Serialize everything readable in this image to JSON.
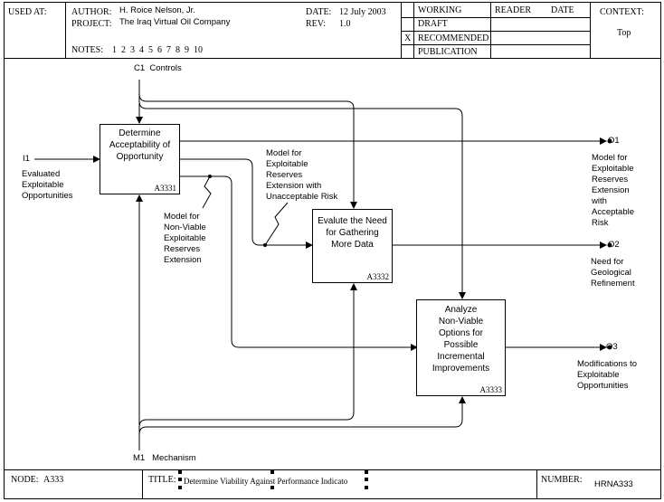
{
  "header": {
    "used_at_label": "USED AT:",
    "author_label": "AUTHOR:",
    "author": "H. Roice Nelson, Jr.",
    "project_label": "PROJECT:",
    "project": "The Iraq Virtual Oil Company",
    "date_label": "DATE:",
    "date": "12 July 2003",
    "rev_label": "REV:",
    "rev": "1.0",
    "notes_label": "NOTES:",
    "notes_numbers": "1  2  3  4  5  6  7  8  9  10",
    "status": [
      {
        "label": "WORKING",
        "mark": ""
      },
      {
        "label": "DRAFT",
        "mark": ""
      },
      {
        "label": "RECOMMENDED",
        "mark": "X"
      },
      {
        "label": "PUBLICATION",
        "mark": ""
      }
    ],
    "reader_label": "READER",
    "date_col_label": "DATE",
    "context_label": "CONTEXT:",
    "context_value": "Top"
  },
  "footer": {
    "node_label": "NODE:",
    "node_value": "A333",
    "title_label": "TITLE:",
    "title_value": "Determine Viability Against Performance Indicato",
    "number_label": "NUMBER:",
    "number_value": "HRNA333"
  },
  "boxes": {
    "box1": {
      "label": "Determine\nAcceptability of\nOpportunity",
      "num": "A3331"
    },
    "box2": {
      "label": "Evalute the Need\nfor Gathering\nMore Data",
      "num": "A3332"
    },
    "box3": {
      "label": "Analyze\nNon-Viable\nOptions for\nPossible\nIncremental\nImprovements",
      "num": "A3333"
    }
  },
  "arrows": {
    "c1": "C1  Controls",
    "m1": "M1   Mechanism",
    "i1": "I1",
    "i1_text": "Evaluated\nExploitable\nOpportunities",
    "o1": "O1",
    "o1_text": "Model for\nExploitable\nReserves\nExtension\nwith\nAcceptable\nRisk",
    "o2": "O2",
    "o2_text": "Need for\nGeological\nRefinement",
    "o3": "O3",
    "o3_text": "Modifications to\nExploitable\nOpportunities",
    "unacceptable_text": "Model for\nExploitable\nReserves\nExtension with\nUnacceptable Risk",
    "nonviable_text": "Model for\nNon-Viable\nExploitable\nReserves\nExtension"
  }
}
